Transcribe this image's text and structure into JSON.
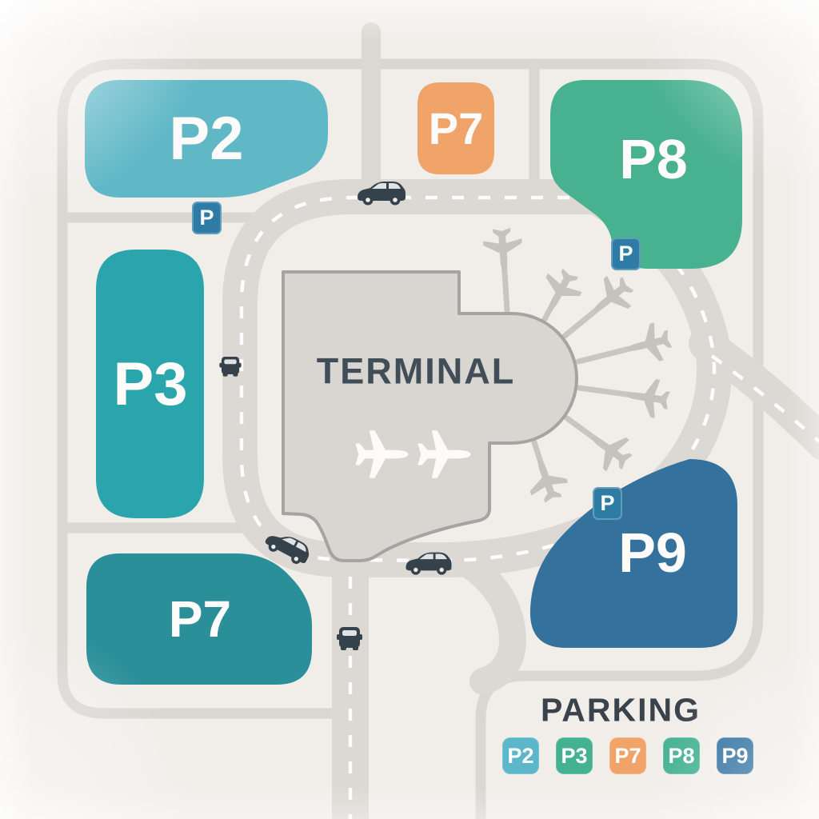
{
  "map": {
    "terminal_label": "TERMINAL",
    "parking_sign_letter": "P",
    "areas": [
      {
        "id": "p2",
        "label": "P2",
        "color": "#60b8c7"
      },
      {
        "id": "p3",
        "label": "P3",
        "color": "#2ba5ac"
      },
      {
        "id": "p7-north",
        "label": "P7",
        "color": "#f1a469"
      },
      {
        "id": "p8",
        "label": "P8",
        "color": "#48b190"
      },
      {
        "id": "p9",
        "label": "P9",
        "color": "#34719d"
      },
      {
        "id": "p7-south",
        "label": "P7",
        "color": "#2b8f99"
      }
    ]
  },
  "legend": {
    "title": "PARKING",
    "items": [
      {
        "label": "P2",
        "color": "#5db7cb"
      },
      {
        "label": "P3",
        "color": "#44b192"
      },
      {
        "label": "P7",
        "color": "#f1a469"
      },
      {
        "label": "P8",
        "color": "#44b192"
      },
      {
        "label": "P9",
        "color": "#2f6f9f"
      }
    ]
  },
  "icons": {
    "car": "car-icon",
    "airplane": "airplane-icon",
    "parking_sign": "parking-sign"
  },
  "colors": {
    "background": "#f1eeea",
    "road": "#dbd7d3",
    "road_dash": "#ffffff",
    "terminal_fill": "#d9d6d2",
    "terminal_border": "#a6a3a0",
    "gate_gray": "#c9c5c1",
    "plane_gray": "#c6c2be",
    "white_plane": "#fcfbf9",
    "car_dark": "#36424b",
    "sign_blue": "#2e7ca6",
    "text_dark": "#414e58"
  }
}
